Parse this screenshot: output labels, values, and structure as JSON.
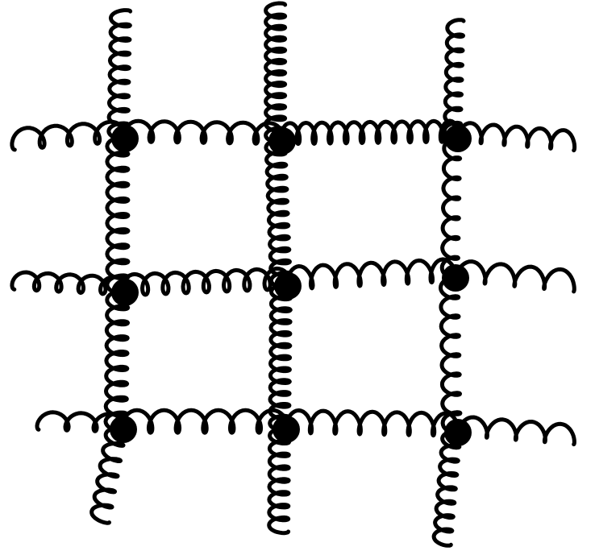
{
  "diagram": {
    "type": "lattice-of-coiled-chains",
    "grid": {
      "rows": 3,
      "columns": 3
    },
    "node_count": 9,
    "colors": {
      "background": "#ffffff",
      "ink": "#000000"
    }
  }
}
